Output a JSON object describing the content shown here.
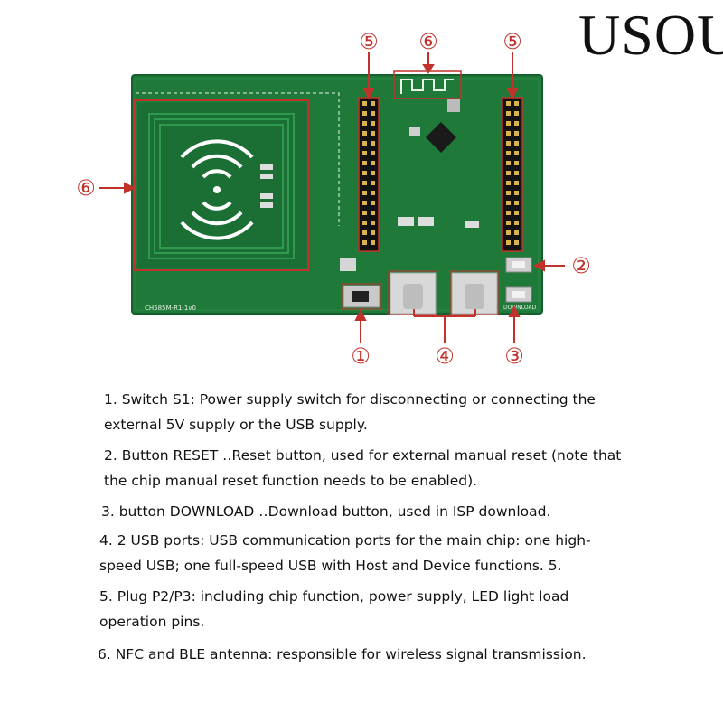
{
  "brand": {
    "text": "USOU"
  },
  "board": {
    "silkscreen_model": "CH585M-R1-1v0",
    "download_label": "DOWNLOAD",
    "callouts": {
      "c1": "①",
      "c2": "②",
      "c3": "③",
      "c4": "④",
      "c5a": "⑤",
      "c5b": "⑤",
      "c6a": "⑥",
      "c6b": "⑥"
    }
  },
  "notes": {
    "n1": "1. Switch S1: Power supply switch for disconnecting or connecting the external 5V supply or the USB supply.",
    "n2": "2. Button RESET ‥Reset button, used for external manual reset (note that the chip manual reset function needs to be enabled).",
    "n3": "3. button DOWNLOAD ‥Download button, used in ISP download.",
    "n4": "4. 2 USB ports: USB communication ports for the main chip: one high-speed USB; one full-speed USB with Host and Device functions. 5.",
    "n5": "5. Plug P2/P3: including chip function, power supply, LED light load operation pins.",
    "n6": "6. NFC and BLE antenna: responsible for wireless signal transmission."
  },
  "colors": {
    "pcb": "#1f7a3a",
    "pcb_dark": "#15602c",
    "callout_red": "#c0322b",
    "silk": "#e8f3e8"
  },
  "icons": {
    "antenna": "nfc-antenna-icon",
    "chip": "mcu-chip-icon",
    "usb": "usb-c-port-icon"
  }
}
